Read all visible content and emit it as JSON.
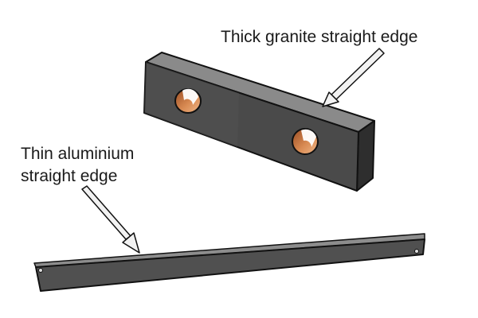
{
  "labels": {
    "granite": "Thick granite straight edge",
    "aluminium_line1": "Thin aluminium",
    "aluminium_line2": "straight edge"
  },
  "colors": {
    "granite_front": "#4a4a4a",
    "granite_top": "#8a8a8a",
    "granite_side": "#2e2e2e",
    "hole_interior": "#c8703a",
    "aluminium_top": "#8d8d8d",
    "aluminium_front": "#505050",
    "outline": "#111111",
    "arrow_fill": "#f2f2f2"
  }
}
